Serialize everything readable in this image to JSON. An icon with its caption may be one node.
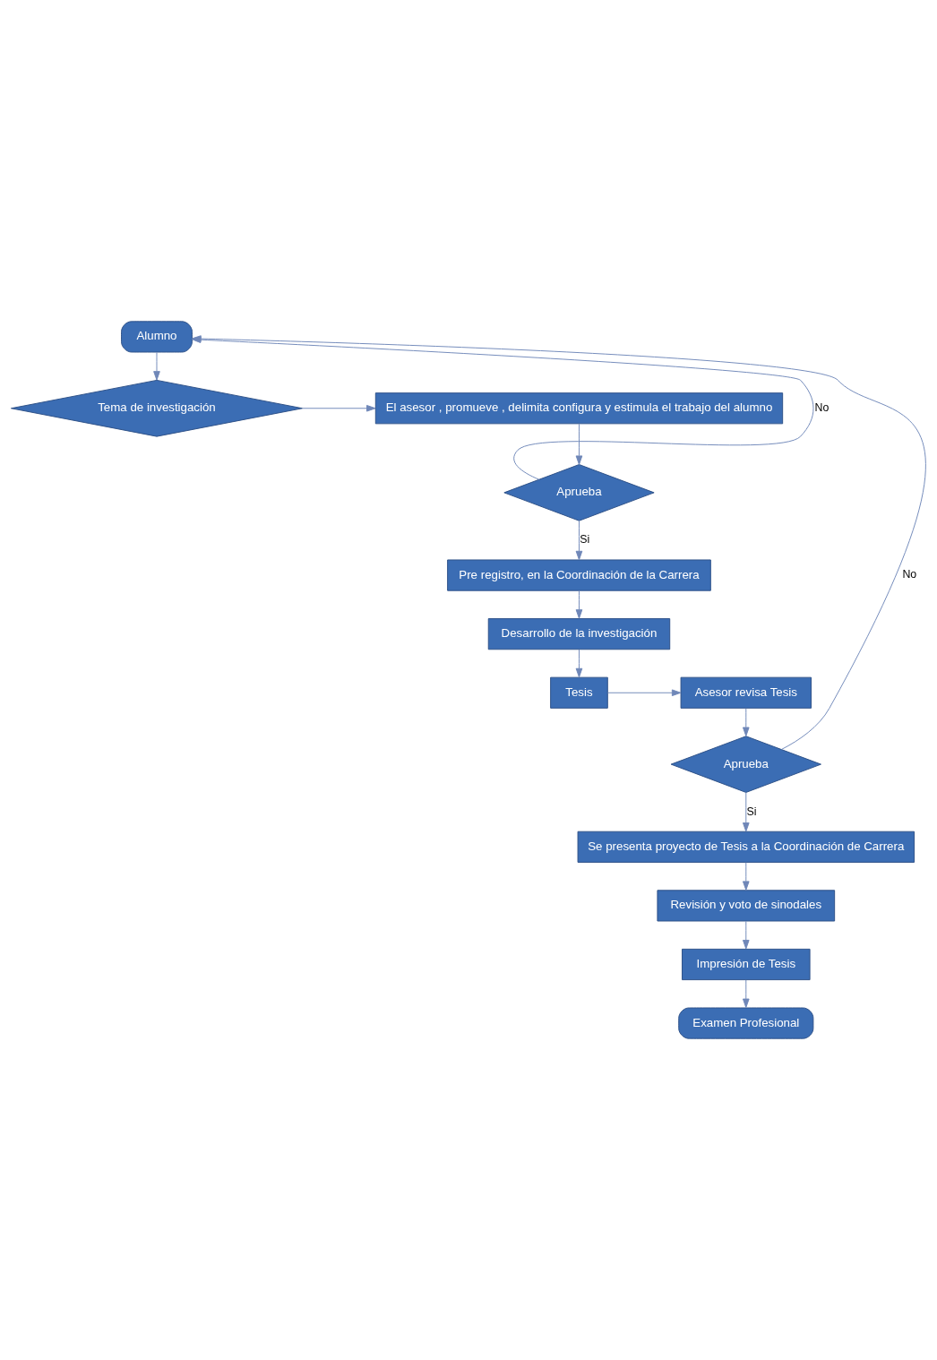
{
  "diagram": {
    "nodes": [
      {
        "text": [
          "Alumno"
        ]
      },
      {
        "text": [
          "Tema de investigación"
        ]
      },
      {
        "text": [
          "El asesor , promueve , delimita configura y estimula el trabajo del alumno"
        ]
      },
      {
        "text": [
          "Aprueba"
        ]
      },
      {
        "text": [
          "Pre registro, en la Coordinación de la Carrera"
        ]
      },
      {
        "text": [
          "Desarrollo de la investigación"
        ]
      },
      {
        "text": [
          "Tesis"
        ]
      },
      {
        "text": [
          "Asesor revisa Tesis"
        ]
      },
      {
        "text": [
          "Aprueba"
        ]
      },
      {
        "text": [
          "Se presenta proyecto de Tesis a la Coordinación de Carrera"
        ]
      },
      {
        "text": [
          "Revisión y voto de sinodales"
        ]
      },
      {
        "text": [
          "Impresión de Tesis"
        ]
      },
      {
        "text": [
          "Examen Profesional"
        ]
      }
    ],
    "edges": [
      {
        "from": 0,
        "to": 1,
        "arrow": "to"
      },
      {
        "from": 1,
        "to": 2,
        "arrow": "to"
      },
      {
        "from": 2,
        "to": 3,
        "arrow": "to"
      },
      {
        "from": 3,
        "to": 0,
        "arrow": "to",
        "label": "No"
      },
      {
        "from": 3,
        "to": 4,
        "arrow": "to",
        "label": "Si"
      },
      {
        "from": 4,
        "to": 5,
        "arrow": "to"
      },
      {
        "from": 5,
        "to": 6,
        "arrow": "to"
      },
      {
        "from": 6,
        "to": 7,
        "arrow": "to"
      },
      {
        "from": 7,
        "to": 8,
        "arrow": "to"
      },
      {
        "from": 8,
        "to": 9,
        "arrow": "to",
        "label": "Si"
      },
      {
        "from": 8,
        "to": 0,
        "arrow": "to",
        "label": "No"
      },
      {
        "from": 9,
        "to": 10,
        "arrow": "to"
      },
      {
        "from": 10,
        "to": 11,
        "arrow": "to"
      },
      {
        "from": 11,
        "to": 12,
        "arrow": "to"
      }
    ]
  }
}
